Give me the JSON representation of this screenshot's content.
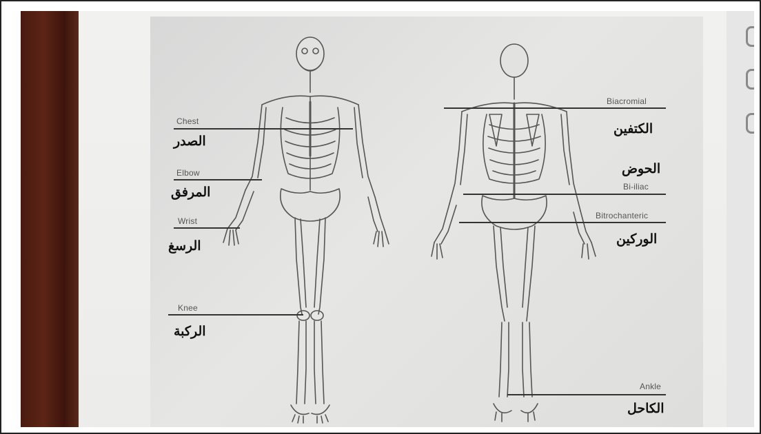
{
  "labels": {
    "chest": {
      "en": "Chest",
      "ar": "الصدر"
    },
    "elbow": {
      "en": "Elbow",
      "ar": "المرفق"
    },
    "wrist": {
      "en": "Wrist",
      "ar": "الرسغ"
    },
    "knee": {
      "en": "Knee",
      "ar": "الركبة"
    },
    "biacromial": {
      "en": "Biacromial",
      "ar": "الكتفين"
    },
    "biiliac": {
      "en": "Bi-iliac",
      "ar": "الحوض"
    },
    "bitrochanteric": {
      "en": "Bitrochanteric",
      "ar": "الوركين"
    },
    "ankle": {
      "en": "Ankle",
      "ar": "الكاحل"
    }
  }
}
